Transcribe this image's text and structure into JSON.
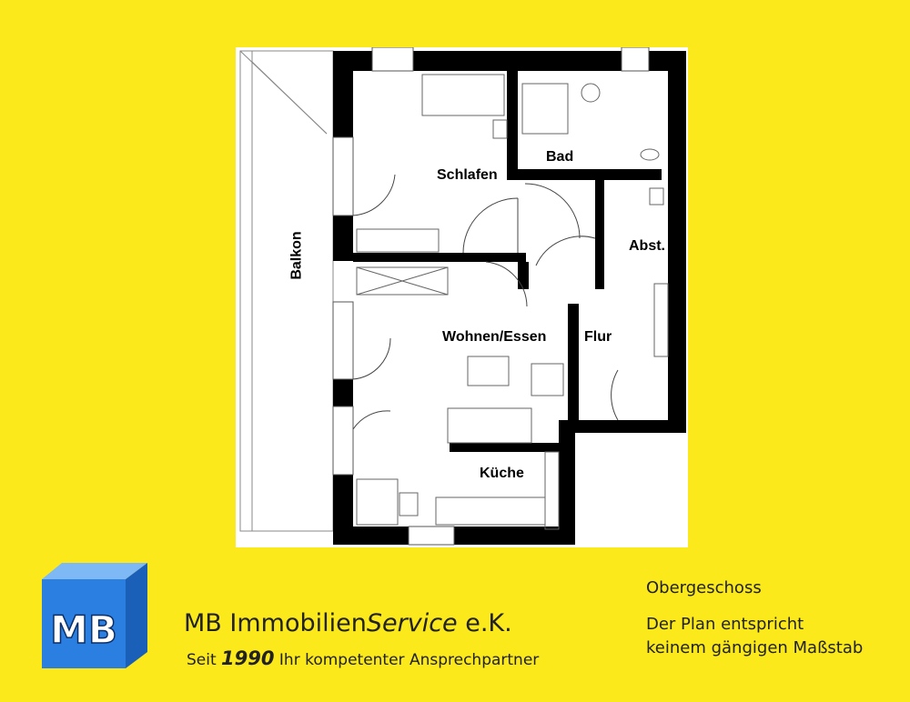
{
  "rooms": {
    "schlafen": "Schlafen",
    "bad": "Bad",
    "abst": "Abst.",
    "wohnen": "Wohnen/Essen",
    "flur": "Flur",
    "kueche": "Küche",
    "balkon": "Balkon"
  },
  "logo": {
    "letters": "MB",
    "color": "#2a7fe0"
  },
  "company": {
    "name_plain": "MB Immobilien",
    "name_italic": "Service",
    "name_suffix": " e.K.",
    "tag_prefix": "Seit ",
    "tag_year": "1990",
    "tag_suffix": " Ihr kompetenter Ansprechpartner"
  },
  "floor": {
    "level": "Obergeschoss",
    "note_line1": "Der Plan entspricht",
    "note_line2": "keinem gängigen Maßstab"
  },
  "colors": {
    "background": "#fbe91c",
    "wall": "#000000"
  }
}
